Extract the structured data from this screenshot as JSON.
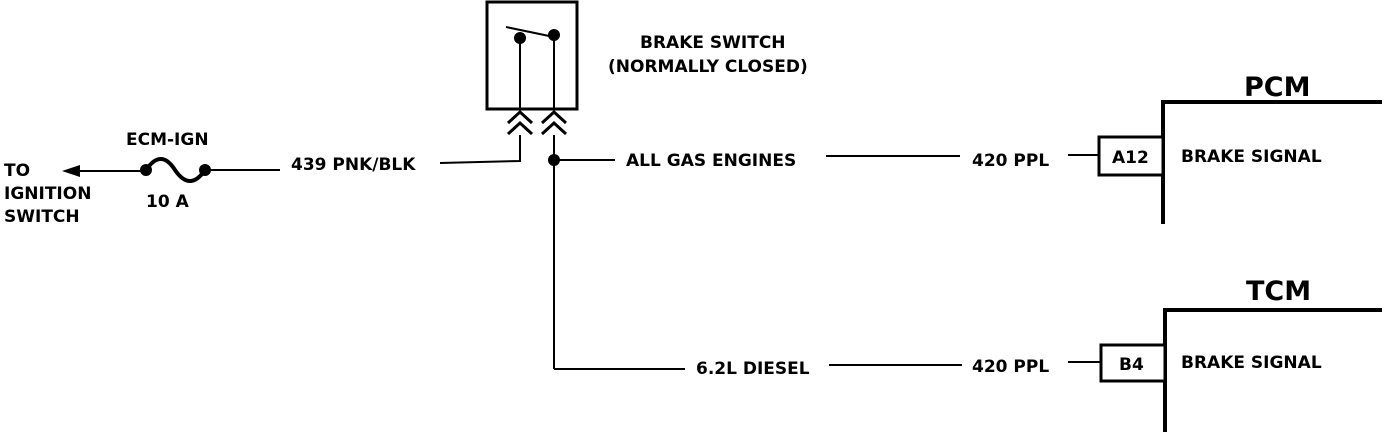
{
  "ignition": {
    "direction_line1": "TO",
    "direction_line2": "IGNITION",
    "direction_line3": "SWITCH"
  },
  "fuse": {
    "name": "ECM-IGN",
    "rating": "10 A"
  },
  "input_wire": {
    "label": "439 PNK/BLK"
  },
  "brake_switch": {
    "title_line1": "BRAKE SWITCH",
    "title_line2": "(NORMALLY CLOSED)"
  },
  "gas_branch": {
    "label": "ALL GAS ENGINES",
    "wire": "420 PPL",
    "module": "PCM",
    "pin": "A12",
    "signal": "BRAKE SIGNAL"
  },
  "diesel_branch": {
    "label": "6.2L DIESEL",
    "wire": "420 PPL",
    "module": "TCM",
    "pin": "B4",
    "signal": "BRAKE SIGNAL"
  }
}
